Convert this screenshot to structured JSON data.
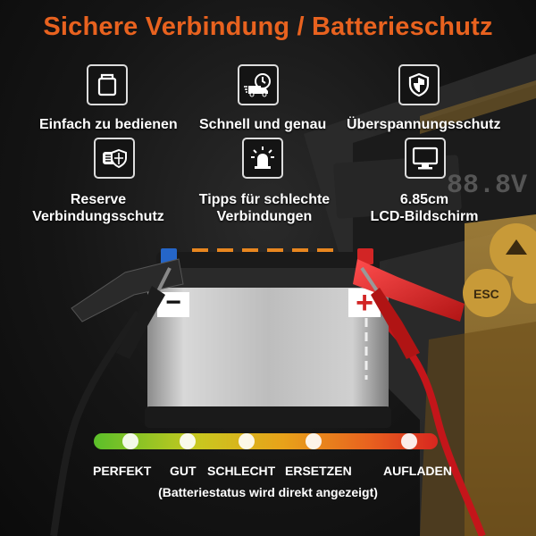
{
  "title": "Sichere Verbindung / Batterieschutz",
  "features": [
    {
      "icon": "simple-operation-icon",
      "label": "Einfach zu bedienen"
    },
    {
      "icon": "fast-delivery-clock-icon",
      "label": "Schnell und genau"
    },
    {
      "icon": "shield-icon",
      "label": "Überspannungsschutz"
    },
    {
      "icon": "reverse-connection-shield-icon",
      "label": "Reserve\nVerbindungsschutz"
    },
    {
      "icon": "warning-light-icon",
      "label": "Tipps für schlechte\nVerbindungen"
    },
    {
      "icon": "lcd-monitor-icon",
      "label": "6.85cm\nLCD-Bildschirm"
    }
  ],
  "battery": {
    "minus_symbol": "−",
    "plus_symbol": "+"
  },
  "status_bar": {
    "gradient_colors": [
      "#5bbf2a",
      "#c8c81f",
      "#e8a21a",
      "#e8621f",
      "#d8261f"
    ],
    "labels": [
      "PERFEKT",
      "GUT",
      "SCHLECHT",
      "ERSETZEN",
      "AUFLADEN"
    ],
    "note": "(Batteriestatus wird direkt angezeigt)"
  },
  "device": {
    "display_text": "88.8V",
    "button_label": "ESC"
  }
}
